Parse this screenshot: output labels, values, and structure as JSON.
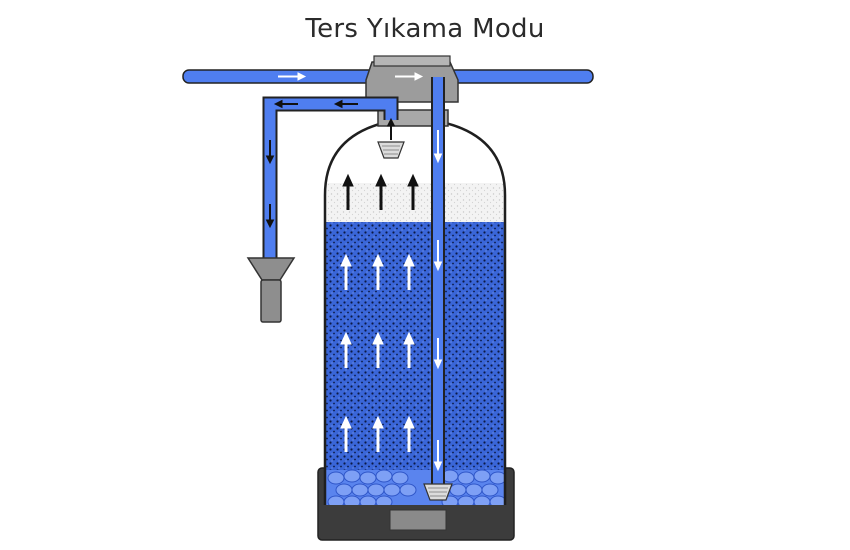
{
  "title": "Ters Yıkama Modu",
  "colors": {
    "pipe": "#4f7ef0",
    "pipe_outline": "#222222",
    "media": "#3a66d8",
    "freeboard": "#f2f2f2",
    "base": "#4a4a4a",
    "valve": "#9a9a9a",
    "drain": "#8e8e8e"
  },
  "flow_arrows": {
    "inlet": "right",
    "drain_line": "left-then-down",
    "riser_tube": "down",
    "media_bed": "up"
  }
}
